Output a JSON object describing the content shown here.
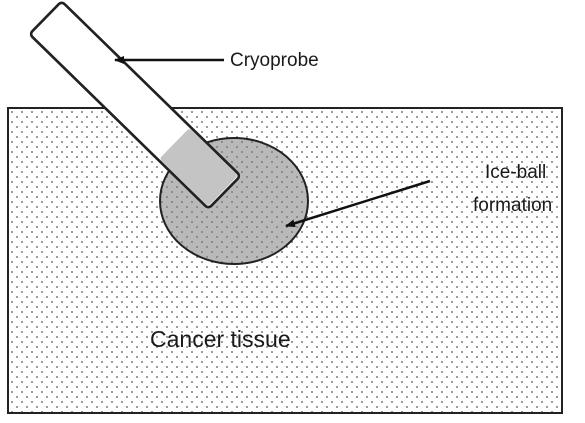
{
  "diagram": {
    "labels": {
      "cryoprobe": "Cryoprobe",
      "ice_ball_line1": "Ice-ball",
      "ice_ball_line2": "formation",
      "tissue": "Cancer tissue"
    },
    "colors": {
      "tissue_fill": "#ffffff",
      "stipple": "#555555",
      "ice_ball_fill": "#b9b9b9",
      "probe_fill": "#ffffff",
      "probe_tip_fill": "#c4c4c4",
      "outline": "#222222"
    }
  }
}
